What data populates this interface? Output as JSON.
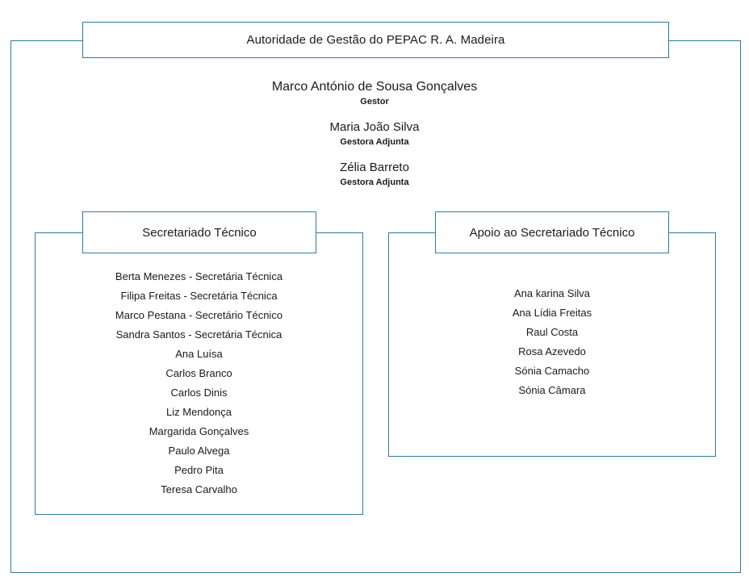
{
  "diagram": {
    "title": "Autoridade de Gestão do PEPAC R. A. Madeira",
    "accent_color": "#2e7ba6",
    "management": [
      {
        "name": "Marco António de Sousa Gonçalves",
        "role": "Gestor"
      },
      {
        "name": "Maria João Silva",
        "role": "Gestora Adjunta"
      },
      {
        "name": "Zélia Barreto",
        "role": "Gestora Adjunta"
      }
    ],
    "units": [
      {
        "header": "Secretariado Técnico",
        "members": [
          "Berta Menezes - Secretária Técnica",
          "Filipa Freitas - Secretária Técnica",
          "Marco Pestana - Secretário Técnico",
          "Sandra Santos - Secretária Técnica",
          "Ana Luísa",
          "Carlos Branco",
          "Carlos Dinis",
          "Liz Mendonça",
          "Margarida Gonçalves",
          "Paulo Alvega",
          "Pedro Pita",
          "Teresa Carvalho"
        ]
      },
      {
        "header": "Apoio ao Secretariado Técnico",
        "members": [
          "Ana karina Silva",
          "Ana Lídia Freitas",
          "Raul Costa",
          "Rosa Azevedo",
          "Sónia Camacho",
          "Sónia Câmara"
        ]
      }
    ]
  }
}
